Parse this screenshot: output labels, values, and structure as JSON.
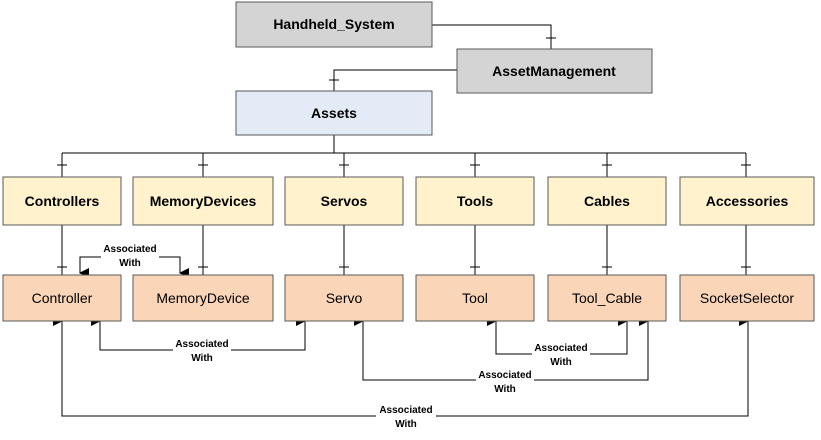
{
  "colors": {
    "gray_fill": "#d4d4d4",
    "blue_fill": "#e3ebf6",
    "yellow_fill": "#fff2cc",
    "peach_fill": "#fbd5b8",
    "line": "#000000"
  },
  "nodes": {
    "handheld_system": "Handheld_System",
    "asset_management": "AssetManagement",
    "assets": "Assets",
    "categories": [
      "Controllers",
      "MemoryDevices",
      "Servos",
      "Tools",
      "Cables",
      "Accessories"
    ],
    "items": [
      "Controller",
      "MemoryDevice",
      "Servo",
      "Tool",
      "Tool_Cable",
      "SocketSelector"
    ]
  },
  "associations": {
    "line1": "Associated",
    "line2": "With"
  }
}
